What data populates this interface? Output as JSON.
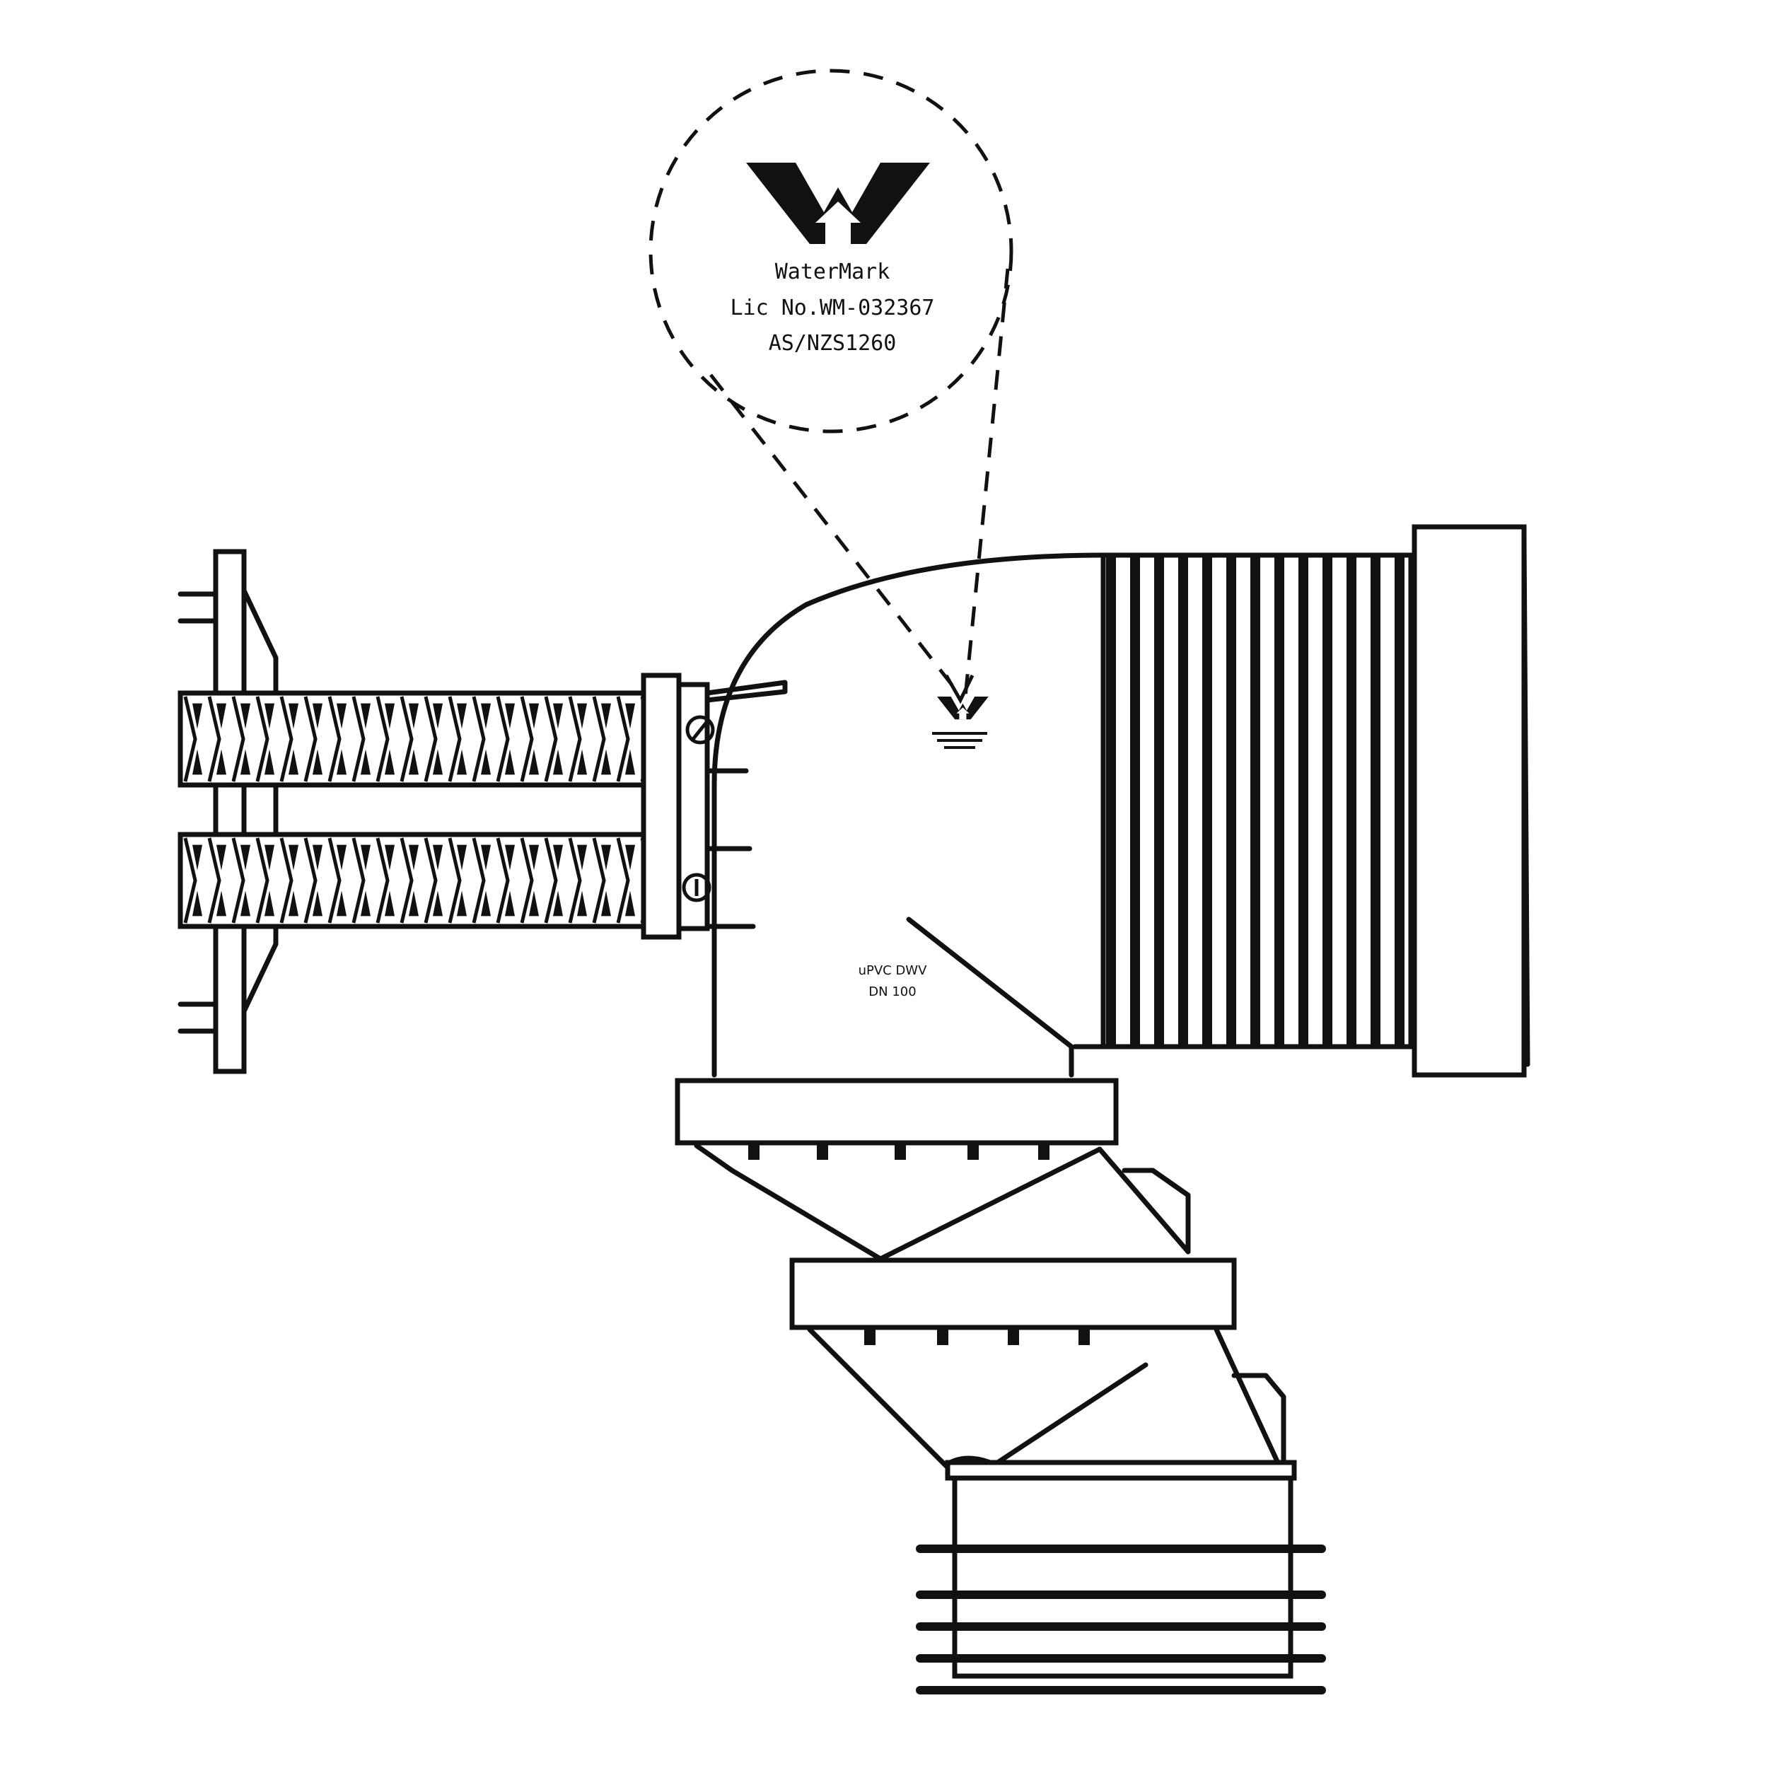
{
  "colors": {
    "ink": "#111111",
    "paper": "#ffffff"
  },
  "callout": {
    "logo_icon": "watermark-logo-icon",
    "brand": "WaterMark",
    "licence": "Lic No.WM-032367",
    "standard": "AS/NZS1260"
  },
  "pipe_marking": {
    "logo_icon": "watermark-logo-icon",
    "line1": "uPVC DWV",
    "line2": "DN 100"
  },
  "icons": {
    "screw_top": "screw-icon",
    "screw_bottom": "screw-icon"
  }
}
